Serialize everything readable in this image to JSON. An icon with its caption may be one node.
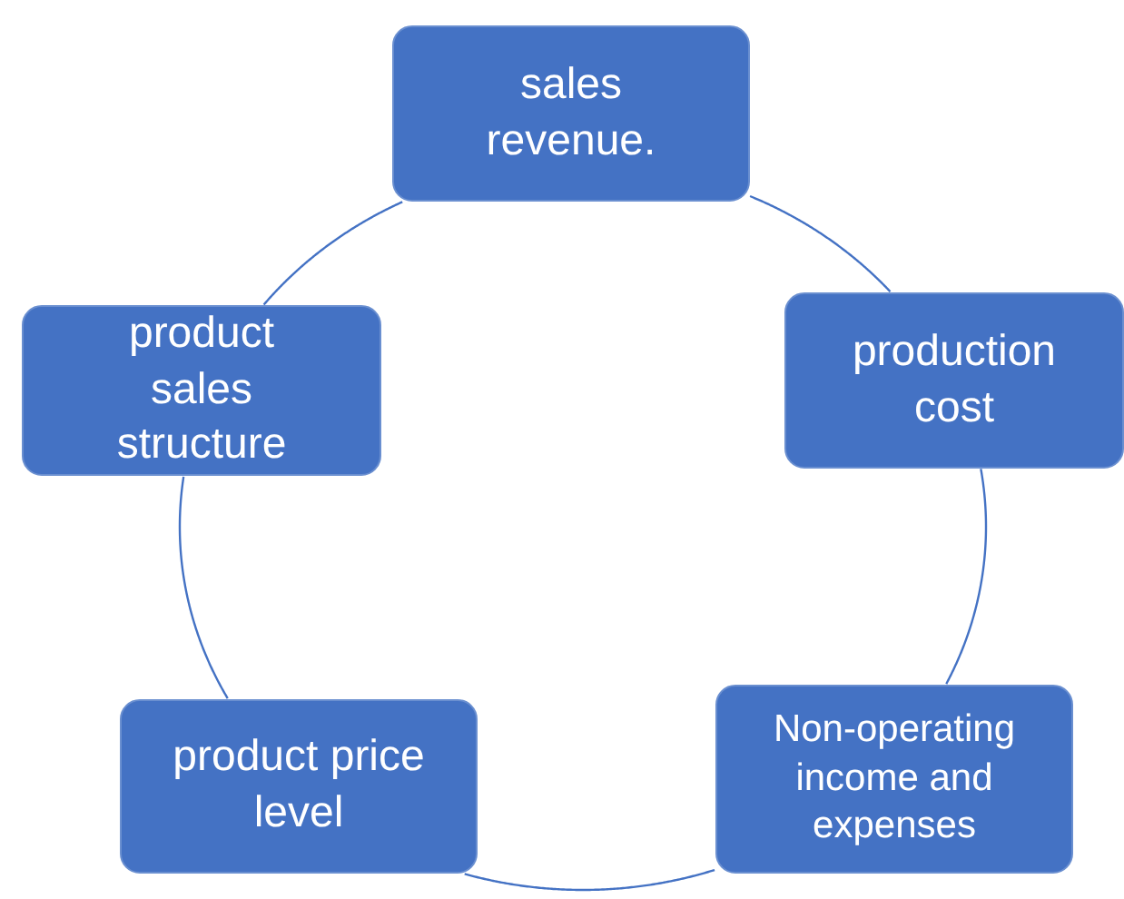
{
  "diagram": {
    "nodes": [
      {
        "text": [
          "sales revenue."
        ]
      },
      {
        "text": [
          "production cost"
        ]
      },
      {
        "text": [
          "Non-operating income and expenses"
        ]
      },
      {
        "text": [
          "product price level"
        ]
      },
      {
        "text": [
          "product sales structure"
        ]
      }
    ],
    "edges": [
      {
        "from": 0,
        "to": 1,
        "arrow": "none"
      },
      {
        "from": 1,
        "to": 2,
        "arrow": "none"
      },
      {
        "from": 2,
        "to": 3,
        "arrow": "none"
      },
      {
        "from": 3,
        "to": 4,
        "arrow": "none"
      },
      {
        "from": 4,
        "to": 0,
        "arrow": "none"
      }
    ]
  }
}
